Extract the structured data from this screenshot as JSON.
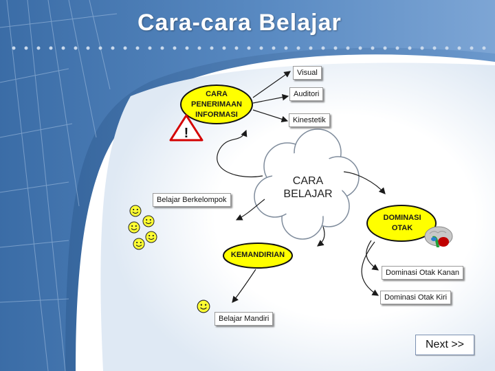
{
  "title": "Cara-cara Belajar",
  "center": "CARA BELAJAR",
  "cara_penerimaan": [
    "CARA",
    "PENERIMAAN",
    "INFORMASI"
  ],
  "visual": "Visual",
  "auditori": "Auditori",
  "kinestetik": "Kinestetik",
  "belajar_berkelompok": "Belajar Berkelompok",
  "kemandirian": "KEMANDIRIAN",
  "belajar_mandiri": "Belajar Mandiri",
  "dominasi_otak": [
    "DOMINASI",
    "OTAK"
  ],
  "otak_kanan": "Dominasi Otak Kanan",
  "otak_kiri": "Dominasi Otak Kiri",
  "next_button": "Next >>",
  "warning_mark": "!",
  "colors": {
    "ellipse": "#ffff00",
    "background": "#4f7fb5",
    "arrow": "#1a1a1a"
  },
  "icons": [
    "smiley-icon",
    "warning-icon",
    "brain-icon"
  ]
}
